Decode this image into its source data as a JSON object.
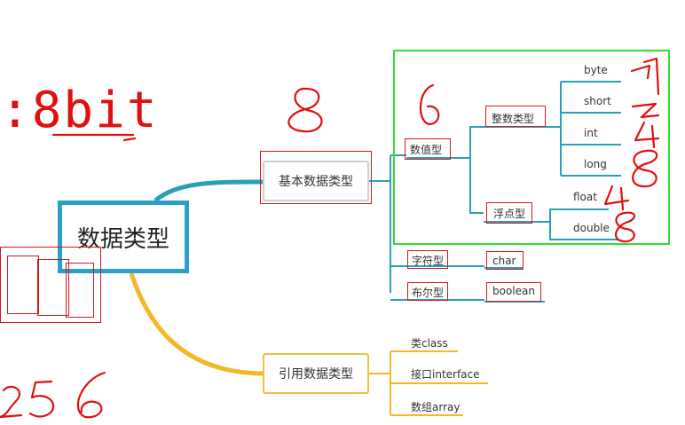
{
  "root": {
    "label": "数据类型"
  },
  "handwriting": {
    "bits_label": ":8bit",
    "number_256": "256",
    "eight": "8",
    "six": "6",
    "sizes": [
      "1",
      "2",
      "4",
      "8"
    ],
    "float_sizes": [
      "4",
      "8"
    ]
  },
  "basic": {
    "label": "基本数据类型",
    "numeric": {
      "label": "数值型",
      "integer": {
        "label": "整数类型",
        "types": [
          "byte",
          "short",
          "int",
          "long"
        ]
      },
      "floating": {
        "label": "浮点型",
        "types": [
          "float",
          "double"
        ]
      }
    },
    "char": {
      "label": "字符型",
      "type": "char"
    },
    "boolean": {
      "label": "布尔型",
      "type": "boolean"
    }
  },
  "reference": {
    "label": "引用数据类型",
    "items": [
      "类class",
      "接口interface",
      "数组array"
    ]
  },
  "colors": {
    "basic_branch": "#2aa0b8",
    "reference_branch": "#f2b825",
    "annotation_red": "#e01010",
    "selection_green": "#33dd33"
  }
}
